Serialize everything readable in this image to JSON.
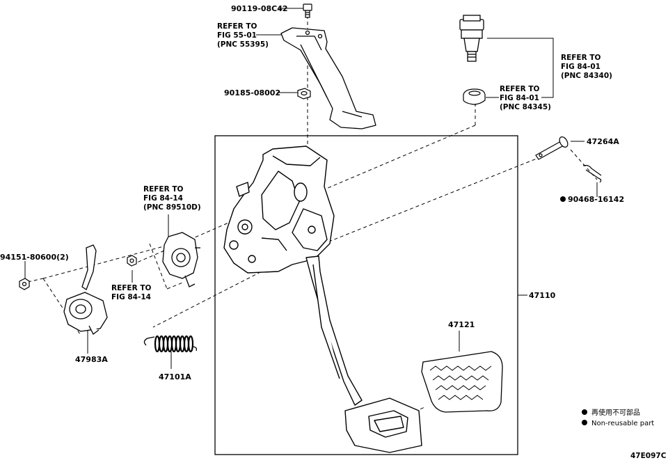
{
  "diagram": {
    "figure_code": "47E097C",
    "legend": {
      "line_cn": "再使用不可部品",
      "line_en": "Non-reusable part"
    },
    "refs": {
      "fig55": [
        "REFER TO",
        "FIG 55-01",
        "(PNC 55395)"
      ],
      "fig84_upper": [
        "REFER TO",
        "FIG 84-01",
        "(PNC 84340)"
      ],
      "fig84_lower": [
        "REFER TO",
        "FIG 84-01",
        "(PNC 84345)"
      ],
      "fig8414_top": [
        "REFER TO",
        "FIG 84-14",
        "(PNC 89510D)"
      ],
      "fig8414_bottom": [
        "REFER TO",
        "FIG 84-14"
      ]
    },
    "parts": {
      "p90119": "90119-08C42",
      "p90185": "90185-08002",
      "p47264A": "47264A",
      "p90468": "90468-16142",
      "p94151": "94151-80600(2)",
      "p47983A": "47983A",
      "p47101A": "47101A",
      "p47110": "47110",
      "p47121": "47121"
    }
  }
}
